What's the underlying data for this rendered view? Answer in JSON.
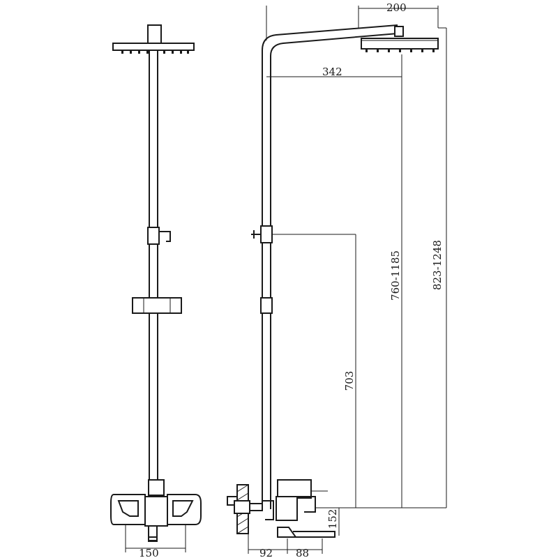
{
  "dimensions": {
    "head_width": "200",
    "arm_reach": "342",
    "overall_height": "823-1248",
    "head_height": "760-1185",
    "holder_height": "703",
    "spout_height": "152",
    "wall_offset": "92",
    "spout_offset": "88",
    "mixer_width": "150"
  },
  "colors": {
    "line": "#1a1a1a",
    "background": "#ffffff"
  }
}
